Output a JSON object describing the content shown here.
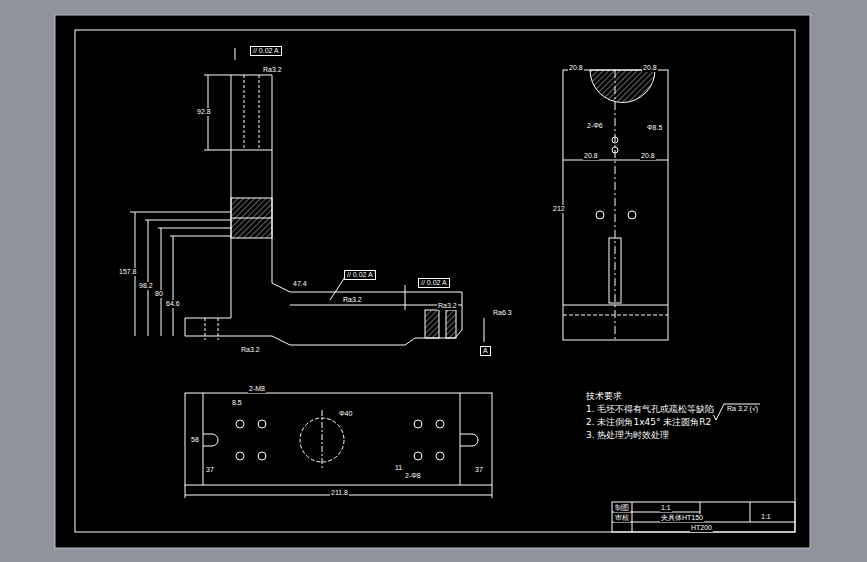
{
  "diagram": {
    "labels": [
      "// 0.02 A",
      "// 0.02 A",
      "// 0.02 A",
      "Ra3.2",
      "Ra3.2",
      "Ra3.2",
      "Ra6.3",
      "Ra3.2",
      "A",
      "92.8",
      "157.8",
      "98.2",
      "80",
      "64.6",
      "47.4",
      "20.8",
      "20.8",
      "20.8",
      "20.8",
      "2-Φ6",
      "Φ8.5",
      "212",
      "8.5",
      "2-M8",
      "Φ40",
      "58",
      "37",
      "37",
      "11",
      "2-Φ8",
      "211.8",
      "技术要求",
      "1. 毛坯不得有气孔或疏松等缺陷",
      "2. 未注倒角1x45° 未注圆角R2",
      "3. 热处理为时效处理",
      "Ra 3.2 (√)",
      "制图",
      "审核",
      "1:1",
      "夹具体HT150",
      "HT200",
      "1:1"
    ]
  }
}
